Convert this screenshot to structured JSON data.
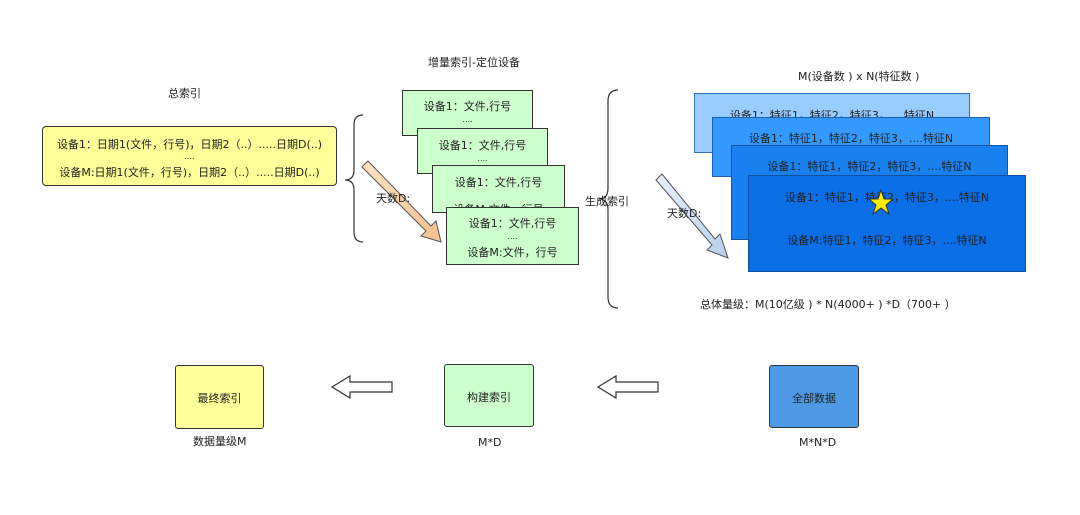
{
  "total_index": {
    "title": "总索引",
    "line1": "设备1：日期1(文件，行号)，日期2（..）.....日期D(..)",
    "dots": "....",
    "line2": "设备M:日期1(文件，行号)，日期2（..）.....日期D(..)"
  },
  "incremental": {
    "title": "增量索引-定位设备",
    "card_line1": "设备1：文件,行号",
    "card_dots": "....",
    "card_line2_partial": "设备M:文件，行号",
    "card_line2": "设备M:文件，行号",
    "days_label": "天数D:"
  },
  "generate_label": "生成索引",
  "all_data_panel": {
    "title": "M(设备数 ) x N(特征数 )",
    "card_line1": "设备1：特征1，特征2，特征3，....特征N",
    "card_line2": "设备M:特征1，特征2，特征3，....特征N",
    "days_label": "天数D:",
    "scale_text": "总体量级：M(10亿级 ) * N(4000+ ) *D（700+ ）"
  },
  "flow": {
    "final_index": {
      "label": "最终索引",
      "caption": "数据量级M",
      "color": "#ffff99"
    },
    "build_index": {
      "label": "构建索引",
      "caption": "M*D",
      "color": "#ccffcc"
    },
    "all_data": {
      "label": "全部数据",
      "caption": "M*N*D",
      "color": "#4d99e6"
    }
  }
}
